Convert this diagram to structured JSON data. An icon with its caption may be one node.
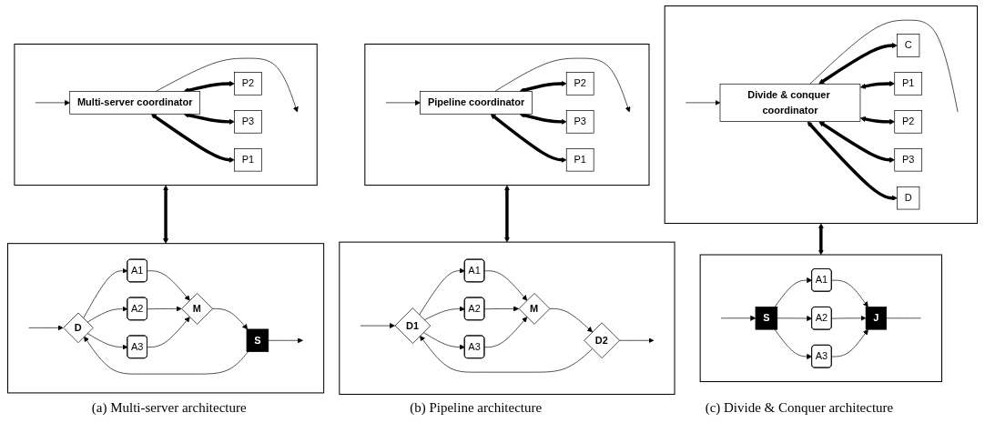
{
  "diagram": {
    "nodes": [
      {
        "text": [],
        "shape": "box"
      },
      {
        "text": [
          "Multi-server coordinator"
        ],
        "in": 0
      },
      {
        "text": [
          "P1"
        ],
        "in": 0
      },
      {
        "text": [
          "P2"
        ],
        "in": 0
      },
      {
        "text": [
          "P3"
        ],
        "in": 0
      },
      {
        "text": [],
        "shape": "box"
      },
      {
        "text": [
          "Pipeline coordinator"
        ],
        "in": 5
      },
      {
        "text": [
          "P1"
        ],
        "in": 5
      },
      {
        "text": [
          "P2"
        ],
        "in": 5
      },
      {
        "text": [
          "P3"
        ],
        "in": 5
      },
      {
        "text": [],
        "shape": "box"
      },
      {
        "text": [
          "Divide & conquer coordinator"
        ],
        "in": 10
      },
      {
        "text": [
          "D"
        ],
        "in": 10
      },
      {
        "text": [
          "C"
        ],
        "in": 10
      },
      {
        "text": [
          "P1"
        ],
        "in": 10
      },
      {
        "text": [
          "P2"
        ],
        "in": 10
      },
      {
        "text": [
          "P3"
        ],
        "in": 10
      },
      {
        "text": [],
        "shape": "box"
      },
      {
        "text": [
          "D"
        ],
        "in": 17
      },
      {
        "text": [
          "A1"
        ],
        "in": 17
      },
      {
        "text": [
          "A2"
        ],
        "in": 17
      },
      {
        "text": [
          "A3"
        ],
        "in": 17
      },
      {
        "text": [
          "M"
        ],
        "in": 17
      },
      {
        "text": [
          "S"
        ],
        "in": 17
      },
      {
        "text": [],
        "shape": "box"
      },
      {
        "text": [
          "D1"
        ],
        "in": 24
      },
      {
        "text": [
          "A1"
        ],
        "in": 24
      },
      {
        "text": [
          "A2"
        ],
        "in": 24
      },
      {
        "text": [
          "A3"
        ],
        "in": 24
      },
      {
        "text": [
          "M"
        ],
        "in": 24
      },
      {
        "text": [
          "D2"
        ],
        "in": 24
      },
      {
        "text": [],
        "shape": "box"
      },
      {
        "text": [
          "S"
        ],
        "in": 31
      },
      {
        "text": [
          "A1"
        ],
        "in": 31
      },
      {
        "text": [
          "A2"
        ],
        "in": 31
      },
      {
        "text": [
          "A3"
        ],
        "in": 31
      },
      {
        "text": [
          "J"
        ],
        "in": 31
      }
    ],
    "edges": [
      {
        "from": null,
        "to": 1,
        "arrow": "to"
      },
      {
        "from": 1,
        "to": null,
        "arrow": "to"
      },
      {
        "from": 1,
        "to": 2,
        "arrow": "both",
        "style": "thick"
      },
      {
        "from": 1,
        "to": 3,
        "arrow": "both",
        "style": "thick"
      },
      {
        "from": 1,
        "to": 4,
        "arrow": "both",
        "style": "thick"
      },
      {
        "from": null,
        "to": 6,
        "arrow": "to"
      },
      {
        "from": 6,
        "to": null,
        "arrow": "to"
      },
      {
        "from": 6,
        "to": 7,
        "arrow": "both",
        "style": "thick"
      },
      {
        "from": 6,
        "to": 8,
        "arrow": "both",
        "style": "thick"
      },
      {
        "from": 6,
        "to": 9,
        "arrow": "both",
        "style": "thick"
      },
      {
        "from": null,
        "to": 11,
        "arrow": "to"
      },
      {
        "from": 11,
        "to": null,
        "arrow": "none"
      },
      {
        "from": 11,
        "to": 12,
        "arrow": "both",
        "style": "thick"
      },
      {
        "from": 11,
        "to": 13,
        "arrow": "both",
        "style": "thick"
      },
      {
        "from": 11,
        "to": 14,
        "arrow": "both",
        "style": "thick"
      },
      {
        "from": 11,
        "to": 15,
        "arrow": "both",
        "style": "thick"
      },
      {
        "from": 11,
        "to": 16,
        "arrow": "both",
        "style": "thick"
      },
      {
        "from": 0,
        "to": 17,
        "arrow": "both",
        "style": "thick"
      },
      {
        "from": 5,
        "to": 24,
        "arrow": "both",
        "style": "thick"
      },
      {
        "from": 10,
        "to": 31,
        "arrow": "both",
        "style": "thick"
      },
      {
        "from": null,
        "to": 18,
        "arrow": "to"
      },
      {
        "from": 18,
        "to": 19,
        "arrow": "to"
      },
      {
        "from": 18,
        "to": 20,
        "arrow": "to"
      },
      {
        "from": 18,
        "to": 21,
        "arrow": "to"
      },
      {
        "from": 19,
        "to": 22,
        "arrow": "to"
      },
      {
        "from": 20,
        "to": 22,
        "arrow": "to"
      },
      {
        "from": 21,
        "to": 22,
        "arrow": "to"
      },
      {
        "from": 22,
        "to": 23,
        "arrow": "to"
      },
      {
        "from": 23,
        "to": 18,
        "arrow": "to"
      },
      {
        "from": 23,
        "to": null,
        "arrow": "to"
      },
      {
        "from": null,
        "to": 25,
        "arrow": "to"
      },
      {
        "from": 25,
        "to": 26,
        "arrow": "to"
      },
      {
        "from": 25,
        "to": 27,
        "arrow": "to"
      },
      {
        "from": 25,
        "to": 28,
        "arrow": "to"
      },
      {
        "from": 26,
        "to": 29,
        "arrow": "to"
      },
      {
        "from": 27,
        "to": 29,
        "arrow": "to"
      },
      {
        "from": 28,
        "to": 29,
        "arrow": "to"
      },
      {
        "from": 29,
        "to": 30,
        "arrow": "to"
      },
      {
        "from": 30,
        "to": null,
        "arrow": "to"
      },
      {
        "from": 30,
        "to": 25,
        "arrow": "to"
      },
      {
        "from": null,
        "to": 32,
        "arrow": "to"
      },
      {
        "from": 32,
        "to": 33,
        "arrow": "to"
      },
      {
        "from": 32,
        "to": 34,
        "arrow": "to"
      },
      {
        "from": 32,
        "to": 35,
        "arrow": "to"
      },
      {
        "from": 33,
        "to": 36,
        "arrow": "to"
      },
      {
        "from": 34,
        "to": 36,
        "arrow": "to"
      },
      {
        "from": 35,
        "to": 36,
        "arrow": "to"
      },
      {
        "from": 36,
        "to": null,
        "arrow": "none"
      }
    ],
    "labels": [
      "(a) Multi-server architecture",
      "(b) Pipeline architecture",
      "(c) Divide & Conquer architecture"
    ]
  }
}
